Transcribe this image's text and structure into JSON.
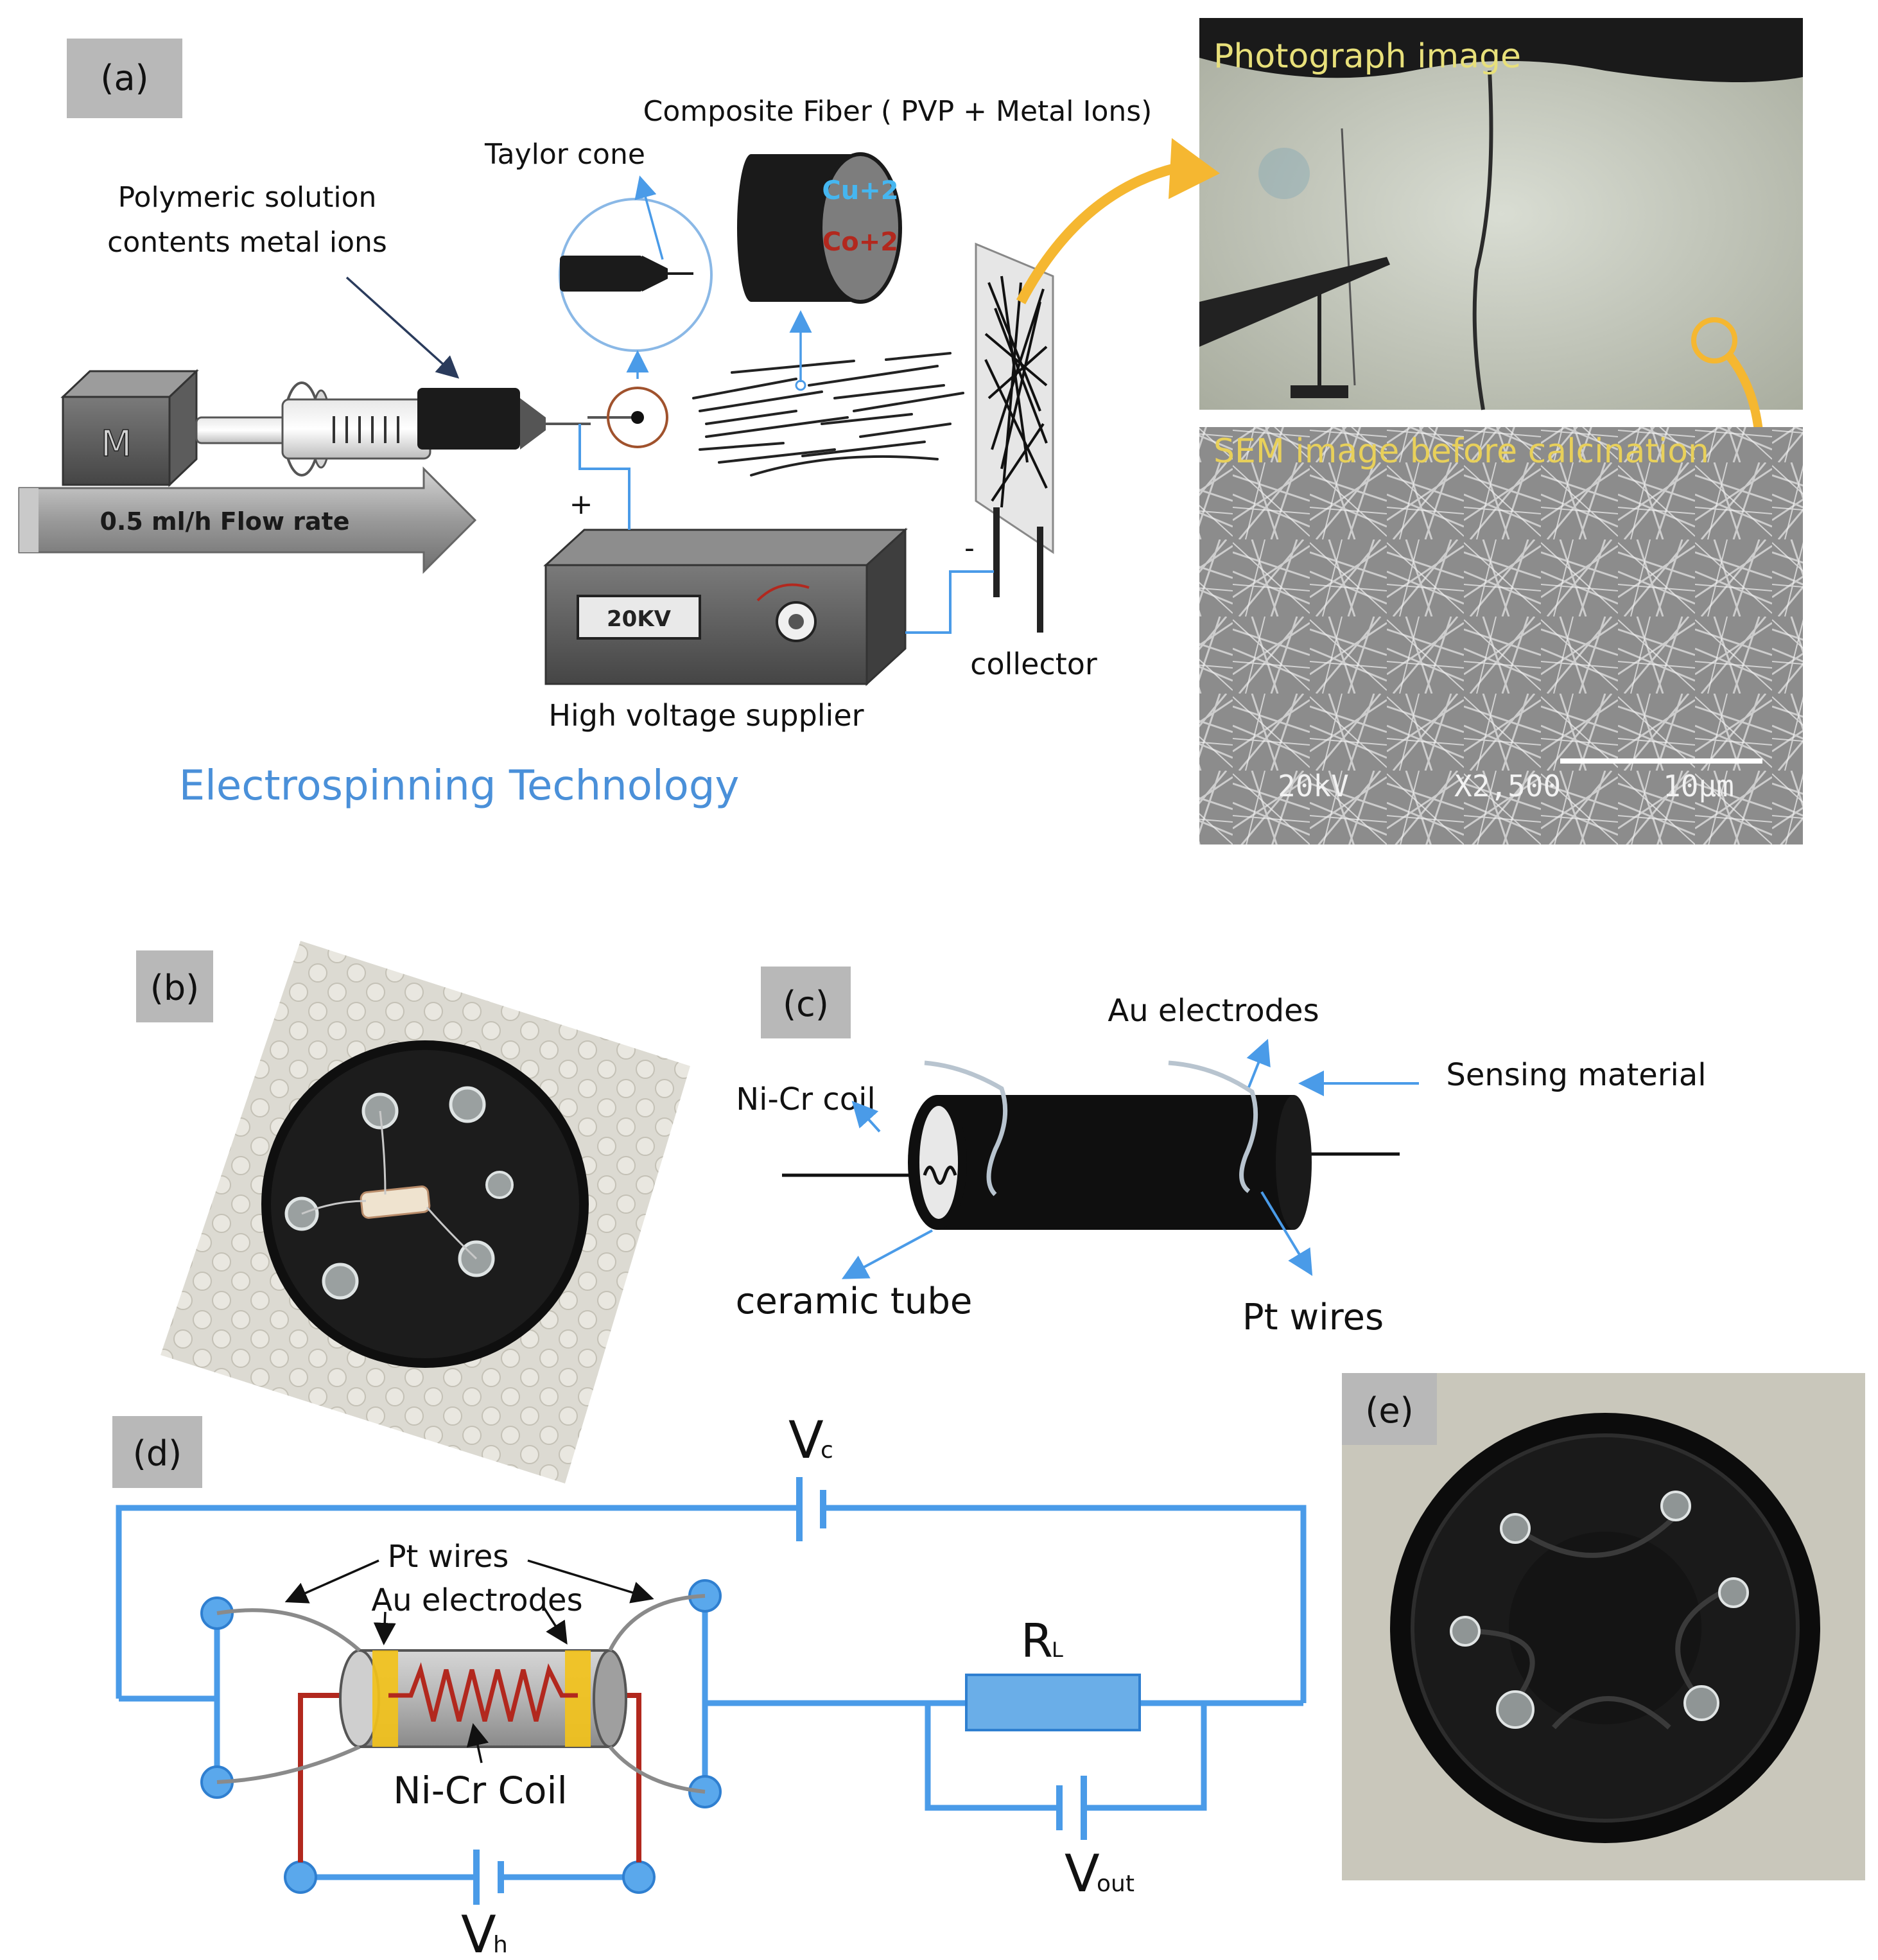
{
  "panels": {
    "a": {
      "tag": "(a)",
      "polymeric_solution_line1": "Polymeric solution",
      "polymeric_solution_line2": "contents  metal ions",
      "taylor_cone": "Taylor cone",
      "composite_fiber": "Composite Fiber ( PVP + Metal Ions)",
      "ion_cu": "Cu+2",
      "ion_co": "Co+2",
      "pump_letter": "M",
      "flow_rate": "0.5 ml/h  Flow rate",
      "plus_sign": "+",
      "minus_sign": "-",
      "voltage_display": "20KV",
      "high_voltage_supplier": "High voltage supplier",
      "collector": "collector",
      "title": "Electrospinning Technology",
      "photo_label": "Photograph image",
      "sem_label": "SEM image before calcination",
      "sem_kv": "20kV",
      "sem_mag": "X2,500",
      "sem_scale": "10µm"
    },
    "b": {
      "tag": "(b)"
    },
    "c": {
      "tag": "(c)",
      "au_electrodes": "Au electrodes",
      "sensing_material": "Sensing material",
      "nicr_coil": "Ni-Cr coil",
      "ceramic_tube": "ceramic tube",
      "pt_wires": "Pt wires"
    },
    "d": {
      "tag": "(d)",
      "vc": "V",
      "vc_sub": "c",
      "pt_wires": "Pt wires",
      "au_electrodes": "Au electrodes",
      "nicr_coil": "Ni-Cr Coil",
      "rl": "R",
      "rl_sub": "L",
      "vout": "V",
      "vout_sub": "out",
      "vh": "V",
      "vh_sub": "h"
    },
    "e": {
      "tag": "(e)"
    }
  },
  "colors": {
    "tag_bg": "#b8b8b8",
    "circuit_blue": "#4a9be8",
    "coil_red": "#b2281e",
    "gold": "#f2c21b",
    "arrow_orange": "#f5b731",
    "title_blue": "#4a90d9",
    "photo_label_yellow": "#e8e07a"
  }
}
